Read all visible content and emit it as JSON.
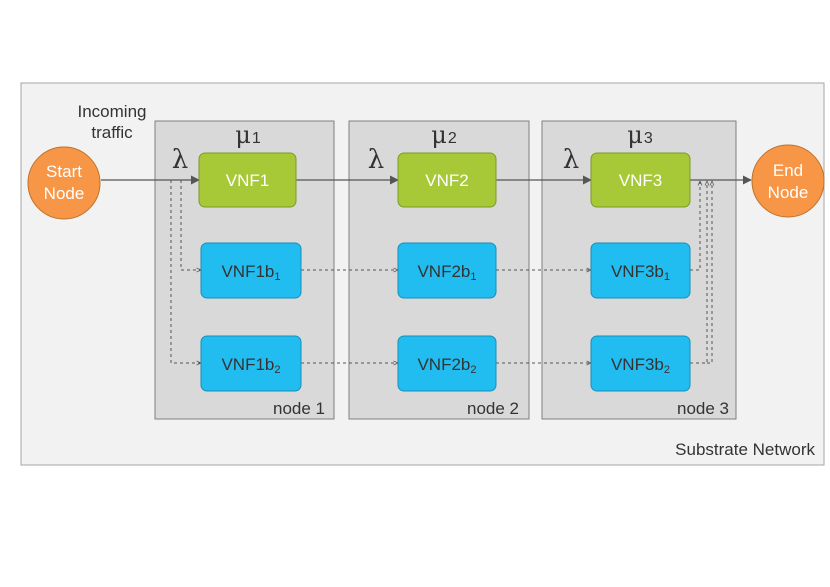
{
  "substrate": {
    "label": "Substrate Network"
  },
  "incoming_traffic": {
    "line1": "Incoming",
    "line2": "traffic"
  },
  "start_node": {
    "line1": "Start",
    "line2": "Node"
  },
  "end_node": {
    "line1": "End",
    "line2": "Node"
  },
  "nodes": [
    {
      "label": "node 1",
      "mu": "μ",
      "mu_sub": "1",
      "lambda": "λ",
      "vnf": "VNF1",
      "backups": [
        {
          "base": "VNF1b",
          "sub": "1"
        },
        {
          "base": "VNF1b",
          "sub": "2"
        }
      ]
    },
    {
      "label": "node 2",
      "mu": "μ",
      "mu_sub": "2",
      "lambda": "λ",
      "vnf": "VNF2",
      "backups": [
        {
          "base": "VNF2b",
          "sub": "1"
        },
        {
          "base": "VNF2b",
          "sub": "2"
        }
      ]
    },
    {
      "label": "node 3",
      "mu": "μ",
      "mu_sub": "3",
      "lambda": "λ",
      "vnf": "VNF3",
      "backups": [
        {
          "base": "VNF3b",
          "sub": "1"
        },
        {
          "base": "VNF3b",
          "sub": "2"
        }
      ]
    }
  ],
  "colors": {
    "substrate_fill": "#f2f2f2",
    "node_fill": "#d9d9d9",
    "vnf_primary": "#a8c937",
    "vnf_backup": "#22bdf0",
    "endpoint": "#f79646",
    "arrow": "#555555"
  }
}
